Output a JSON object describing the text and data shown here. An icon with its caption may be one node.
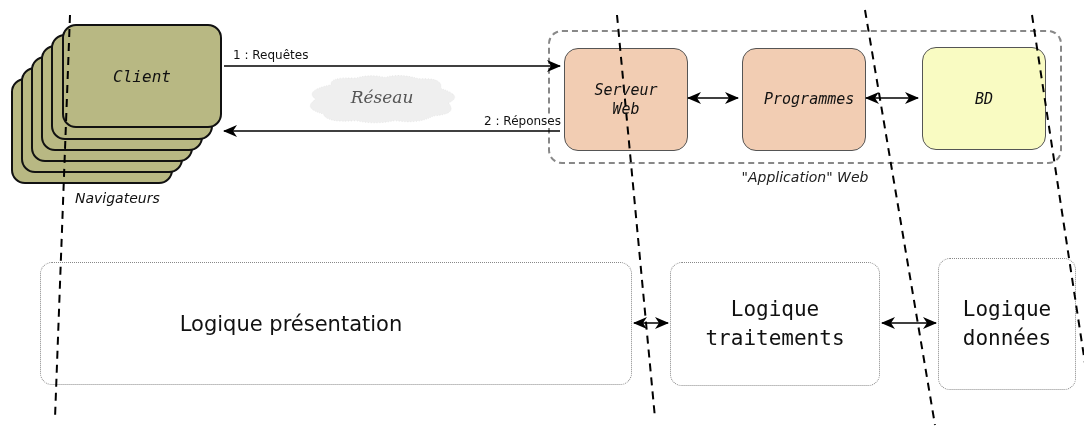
{
  "diagram": {
    "nodes": [
      {
        "text": [
          "Client"
        ]
      },
      {
        "text": [
          "Réseau"
        ]
      },
      {
        "text": [
          "\"Application\" Web"
        ]
      },
      {
        "text": [
          "Serveur Web"
        ],
        "in": 2
      },
      {
        "text": [
          "Programmes"
        ],
        "in": 2
      },
      {
        "text": [
          "BD"
        ],
        "in": 2
      },
      {
        "text": [
          "Logique présentation"
        ]
      },
      {
        "text": [
          "Logique traitements"
        ]
      },
      {
        "text": [
          "Logique données"
        ]
      }
    ],
    "edges": [
      {
        "from": 0,
        "to": 3,
        "arrow": "to",
        "label": "1 : Requêtes"
      },
      {
        "from": 3,
        "to": 0,
        "arrow": "to",
        "label": "2 : Réponses"
      },
      {
        "from": 3,
        "to": 4,
        "arrow": "both"
      },
      {
        "from": 4,
        "to": 5,
        "arrow": "both"
      },
      {
        "from": 6,
        "to": 7,
        "arrow": "both"
      },
      {
        "from": 7,
        "to": 8,
        "arrow": "both"
      }
    ],
    "labels": [
      "Navigateurs"
    ]
  }
}
